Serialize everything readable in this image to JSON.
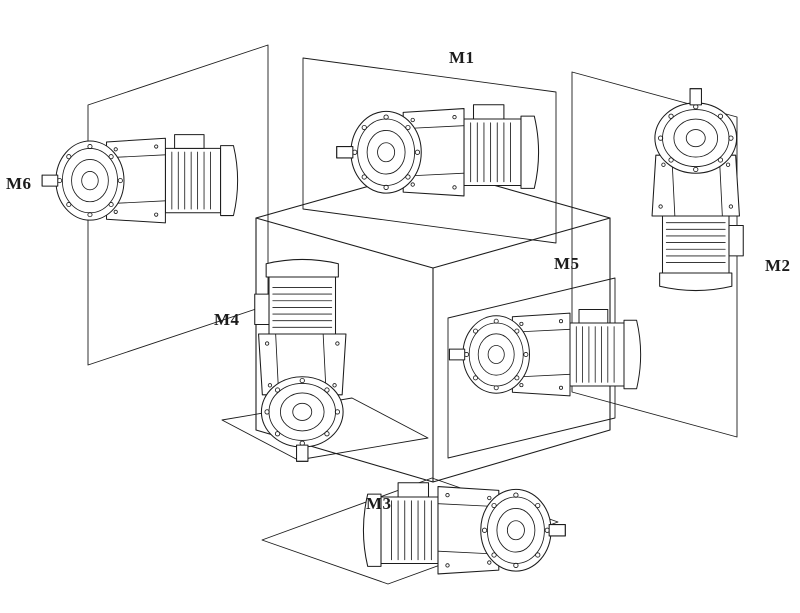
{
  "figure": {
    "background": "#ffffff",
    "line_color": "#1c1c1c"
  },
  "labels": {
    "m1": "M1",
    "m2": "M2",
    "m3": "M3",
    "m4": "M4",
    "m5": "M5",
    "m6": "M6"
  }
}
